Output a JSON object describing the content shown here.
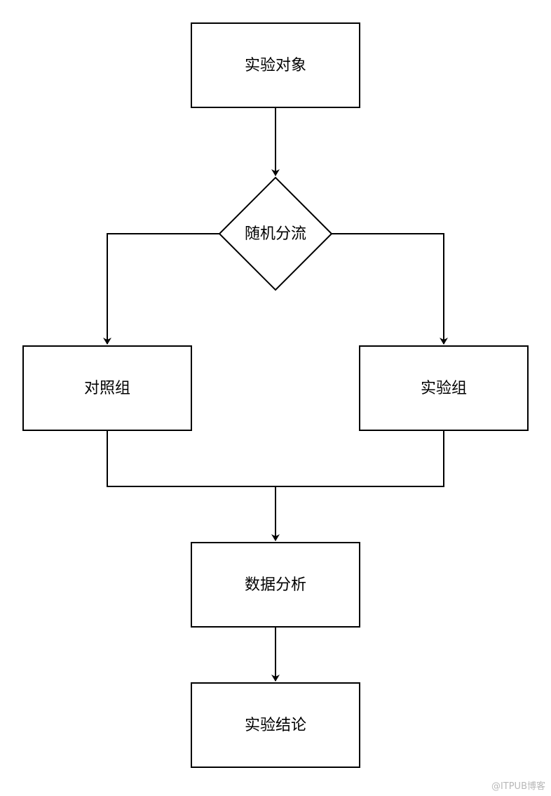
{
  "nodes": {
    "subject": "实验对象",
    "randomize": "随机分流",
    "control": "对照组",
    "experiment": "实验组",
    "analysis": "数据分析",
    "conclusion": "实验结论"
  },
  "watermark": "@ITPUB博客",
  "colors": {
    "stroke": "#000000",
    "background": "#ffffff",
    "watermark": "#b8b8b8"
  }
}
